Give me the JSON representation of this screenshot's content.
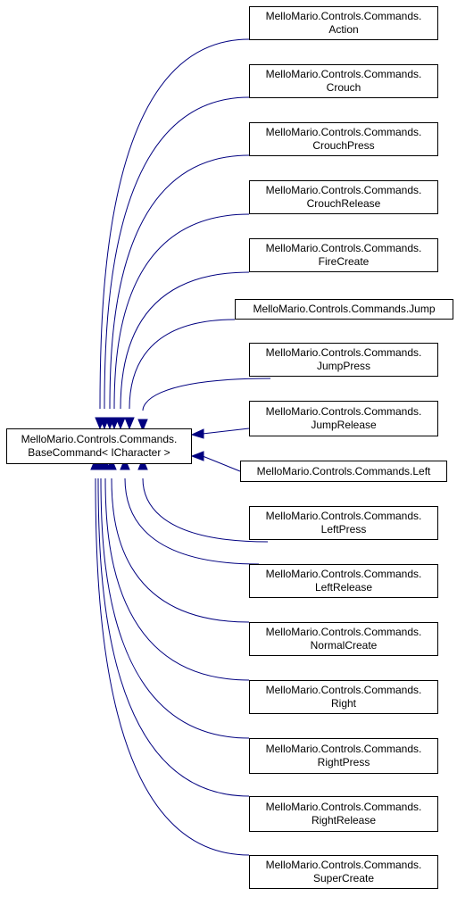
{
  "diagram": {
    "edge_color": "#000080",
    "base": {
      "line1": "MelloMario.Controls.Commands.",
      "line2": "BaseCommand< ICharacter >"
    },
    "derived": [
      {
        "line1": "MelloMario.Controls.Commands.",
        "line2": "Action"
      },
      {
        "line1": "MelloMario.Controls.Commands.",
        "line2": "Crouch"
      },
      {
        "line1": "MelloMario.Controls.Commands.",
        "line2": "CrouchPress"
      },
      {
        "line1": "MelloMario.Controls.Commands.",
        "line2": "CrouchRelease"
      },
      {
        "line1": "MelloMario.Controls.Commands.",
        "line2": "FireCreate"
      },
      {
        "line1": "MelloMario.Controls.Commands.Jump",
        "line2": ""
      },
      {
        "line1": "MelloMario.Controls.Commands.",
        "line2": "JumpPress"
      },
      {
        "line1": "MelloMario.Controls.Commands.",
        "line2": "JumpRelease"
      },
      {
        "line1": "MelloMario.Controls.Commands.Left",
        "line2": ""
      },
      {
        "line1": "MelloMario.Controls.Commands.",
        "line2": "LeftPress"
      },
      {
        "line1": "MelloMario.Controls.Commands.",
        "line2": "LeftRelease"
      },
      {
        "line1": "MelloMario.Controls.Commands.",
        "line2": "NormalCreate"
      },
      {
        "line1": "MelloMario.Controls.Commands.",
        "line2": "Right"
      },
      {
        "line1": "MelloMario.Controls.Commands.",
        "line2": "RightPress"
      },
      {
        "line1": "MelloMario.Controls.Commands.",
        "line2": "RightRelease"
      },
      {
        "line1": "MelloMario.Controls.Commands.",
        "line2": "SuperCreate"
      }
    ]
  }
}
